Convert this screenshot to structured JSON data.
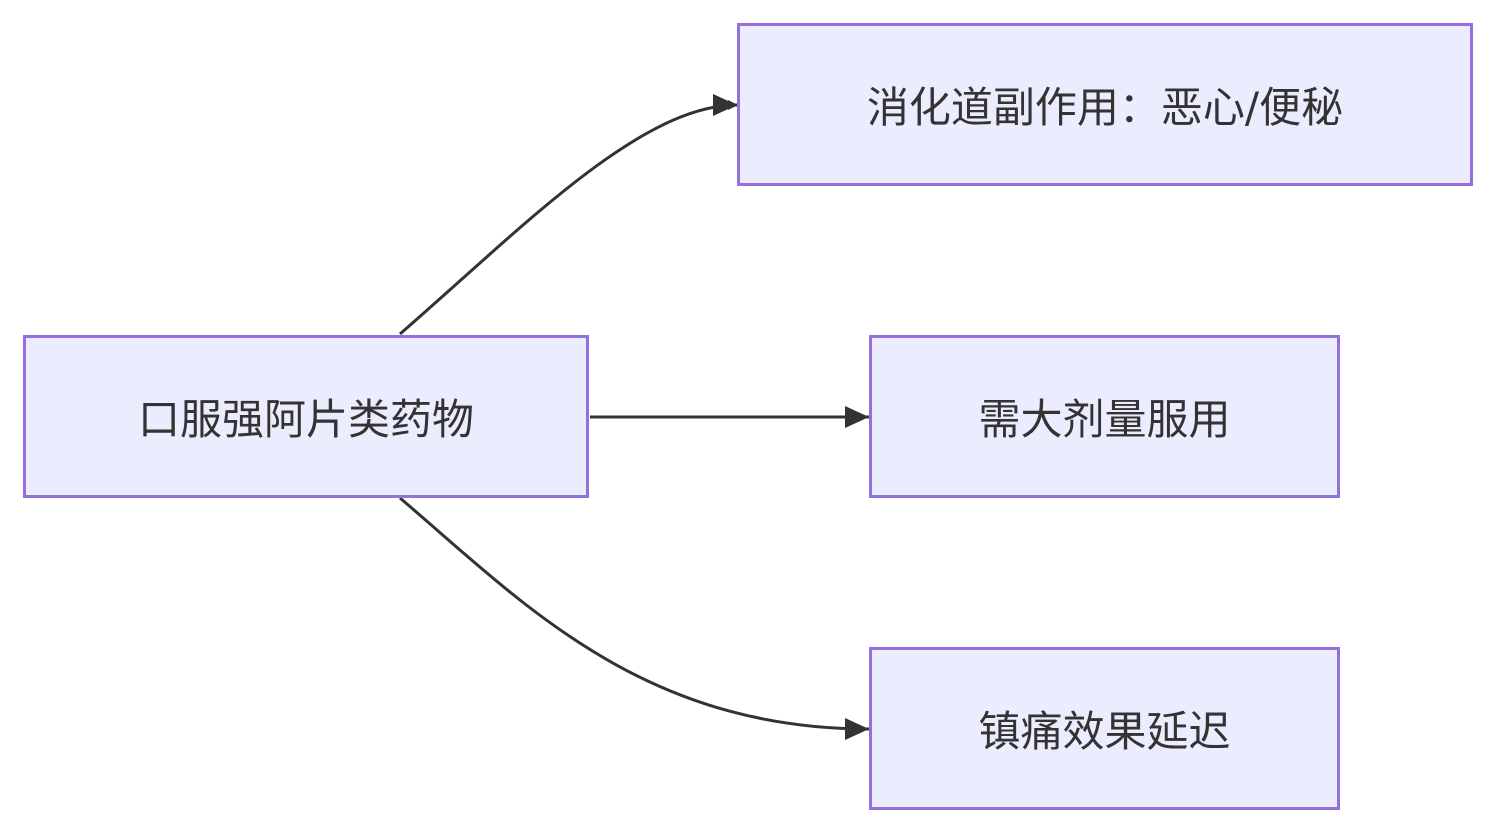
{
  "diagram": {
    "type": "flowchart",
    "direction": "left-to-right",
    "colors": {
      "node_fill": "#ececff",
      "node_border": "#9370db",
      "edge": "#333333",
      "text": "#333333"
    },
    "nodes": {
      "source": {
        "label": "口服强阿片类药物"
      },
      "gi": {
        "label": "消化道副作用：恶心/便秘"
      },
      "dose": {
        "label": "需大剂量服用"
      },
      "delay": {
        "label": "镇痛效果延迟"
      }
    },
    "edges": [
      {
        "from": "source",
        "to": "gi"
      },
      {
        "from": "source",
        "to": "dose"
      },
      {
        "from": "source",
        "to": "delay"
      }
    ]
  }
}
